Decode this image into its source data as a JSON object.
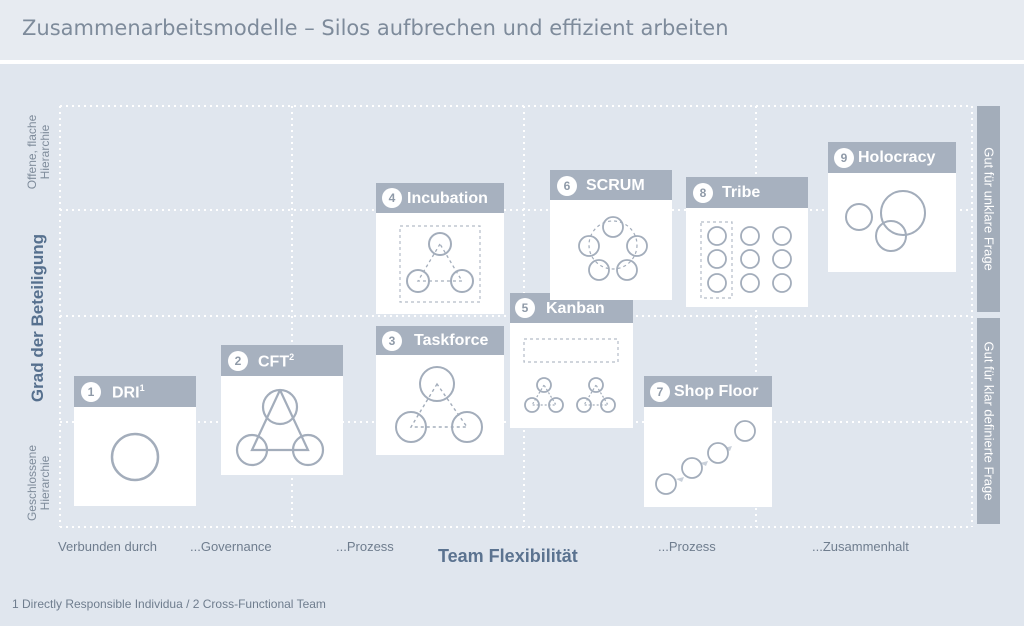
{
  "title": "Zusammenarbeitsmodelle – Silos aufbrechen und effizient arbeiten",
  "y_axis": {
    "label": "Grad der Beteiligung",
    "top_label": [
      "Offene, flache",
      "Hierarchie"
    ],
    "bottom_label": [
      "Geschlossene",
      "Hierarchie"
    ]
  },
  "x_axis": {
    "label": "Team Flexibilität",
    "ticks": [
      "Verbunden durch",
      "...Governance",
      "...Prozess",
      "...Prozess",
      "...Zusammenhalt"
    ]
  },
  "right_labels": {
    "top": "Gut für unklare Frage",
    "bottom": "Gut für klar definierte Frage"
  },
  "models": [
    {
      "num": "1",
      "name": "DRI",
      "sup": "1",
      "icon": "single-circle-icon"
    },
    {
      "num": "2",
      "name": "CFT",
      "sup": "2",
      "icon": "triangle-circles-icon"
    },
    {
      "num": "3",
      "name": "Taskforce",
      "sup": "",
      "icon": "dashed-triangle-circles-icon"
    },
    {
      "num": "4",
      "name": "Incubation",
      "sup": "",
      "icon": "boxed-triangle-circles-icon"
    },
    {
      "num": "5",
      "name": "Kanban",
      "sup": "",
      "icon": "kanban-board-icon"
    },
    {
      "num": "6",
      "name": "SCRUM",
      "sup": "",
      "icon": "scrum-ring-icon"
    },
    {
      "num": "7",
      "name": "Shop Floor",
      "sup": "",
      "icon": "chain-circles-icon"
    },
    {
      "num": "8",
      "name": "Tribe",
      "sup": "",
      "icon": "circle-grid-icon"
    },
    {
      "num": "9",
      "name": "Holocracy",
      "sup": "",
      "icon": "overlapping-circles-icon"
    }
  ],
  "footnote": "1  Directly Responsible Individua /  2  Cross-Functional Team",
  "colors": {
    "background": "#e0e6ee",
    "card_header": "#a7b1bf",
    "icon_stroke": "#a3adbb",
    "axis_label": "#56708e"
  }
}
